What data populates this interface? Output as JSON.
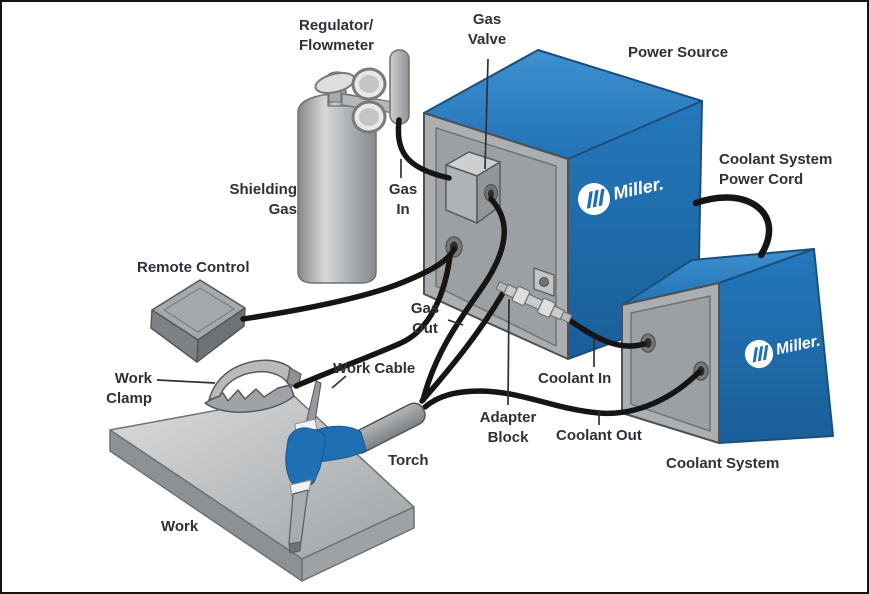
{
  "brand": {
    "name": "Miller."
  },
  "labels": {
    "regulator_flowmeter": {
      "line1": "Regulator/",
      "line2": "Flowmeter"
    },
    "gas_valve": {
      "line1": "Gas",
      "line2": "Valve"
    },
    "power_source": {
      "text": "Power Source"
    },
    "shielding_gas": {
      "line1": "Shielding",
      "line2": "Gas"
    },
    "gas_in": {
      "line1": "Gas",
      "line2": "In"
    },
    "coolant_power_cord": {
      "line1": "Coolant System",
      "line2": "Power Cord"
    },
    "remote_control": {
      "text": "Remote Control"
    },
    "gas_out": {
      "line1": "Gas",
      "line2": "Out"
    },
    "work_clamp": {
      "line1": "Work",
      "line2": "Clamp"
    },
    "work_cable": {
      "text": "Work Cable"
    },
    "coolant_in": {
      "text": "Coolant In"
    },
    "adapter_block": {
      "line1": "Adapter",
      "line2": "Block"
    },
    "coolant_out": {
      "text": "Coolant Out"
    },
    "torch": {
      "text": "Torch"
    },
    "coolant_system": {
      "text": "Coolant System"
    },
    "work": {
      "text": "Work"
    }
  },
  "colors": {
    "brand_blue": "#1f6fb4",
    "box_blue_top": "#3a8ccc",
    "panel_gray": "#9da0a2",
    "cable_black": "#151515",
    "label_text": "#2f3039",
    "background": "#ffffff"
  }
}
